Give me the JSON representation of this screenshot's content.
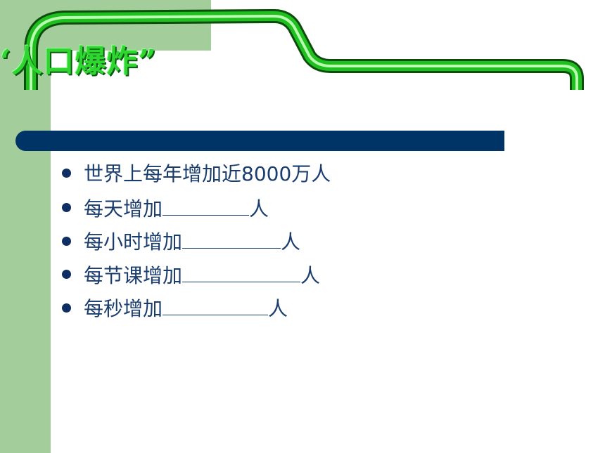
{
  "slide": {
    "title": "‘人口爆炸”",
    "bullets": [
      {
        "text": "世界上每年增加近8000万人",
        "blank": false
      },
      {
        "text": "每天增加",
        "blank": true,
        "suffix": "人"
      },
      {
        "text": "每小时增加",
        "blank": true,
        "suffix": "人"
      },
      {
        "text": "每节课增加",
        "blank": true,
        "suffix": "人"
      },
      {
        "text": "每秒增加",
        "blank": true,
        "suffix": "人"
      }
    ]
  },
  "colors": {
    "accent_green": "#a3cd9b",
    "tube_green": "#1fbf1f",
    "title_green": "#2fd62f",
    "bar_navy": "#003366",
    "text_navy": "#1a3d6e"
  }
}
